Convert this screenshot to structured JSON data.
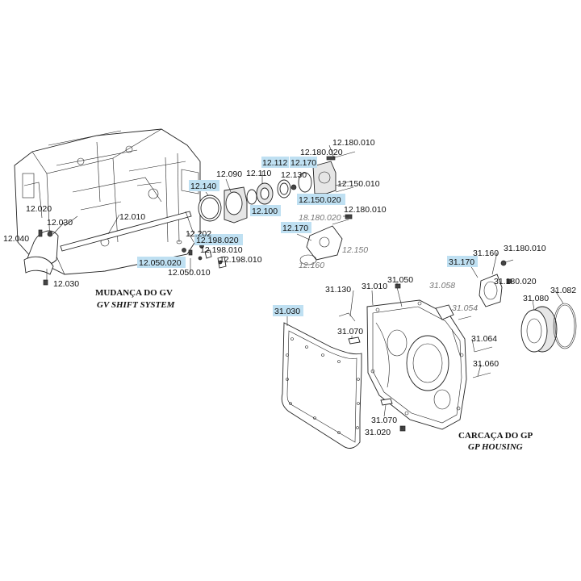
{
  "sections": [
    {
      "title": "MUDANÇA DO GV",
      "subtitle": "GV SHIFT SYSTEM"
    },
    {
      "title": "CARCAÇA DO GP",
      "subtitle": "GP HOUSING"
    }
  ],
  "part_labels": [
    {
      "text": "12.180.010",
      "highlight": false,
      "muted": false
    },
    {
      "text": "12.180.020",
      "highlight": false,
      "muted": false
    },
    {
      "text": "12.112",
      "highlight": true,
      "muted": false
    },
    {
      "text": "12.170",
      "highlight": true,
      "muted": false
    },
    {
      "text": "12.130",
      "highlight": false,
      "muted": false
    },
    {
      "text": "12.110",
      "highlight": false,
      "muted": false
    },
    {
      "text": "12.090",
      "highlight": false,
      "muted": false
    },
    {
      "text": "12.150.010",
      "highlight": false,
      "muted": false
    },
    {
      "text": "12.140",
      "highlight": true,
      "muted": false
    },
    {
      "text": "12.150.020",
      "highlight": true,
      "muted": false
    },
    {
      "text": "12.100",
      "highlight": true,
      "muted": false
    },
    {
      "text": "18.180.020",
      "highlight": false,
      "muted": true
    },
    {
      "text": "12.180.010",
      "highlight": false,
      "muted": false
    },
    {
      "text": "12.020",
      "highlight": false,
      "muted": false
    },
    {
      "text": "12.030",
      "highlight": false,
      "muted": false
    },
    {
      "text": "12.010",
      "highlight": false,
      "muted": false
    },
    {
      "text": "12.040",
      "highlight": false,
      "muted": false
    },
    {
      "text": "12.202",
      "highlight": false,
      "muted": false
    },
    {
      "text": "12.170",
      "highlight": true,
      "muted": false
    },
    {
      "text": "12.198.020",
      "highlight": true,
      "muted": false
    },
    {
      "text": "12.198.010",
      "highlight": false,
      "muted": false
    },
    {
      "text": "12.198.010",
      "highlight": false,
      "muted": false
    },
    {
      "text": "12.050.020",
      "highlight": true,
      "muted": false
    },
    {
      "text": "12.050.010",
      "highlight": false,
      "muted": false
    },
    {
      "text": "12.150",
      "highlight": false,
      "muted": true
    },
    {
      "text": "12.160",
      "highlight": false,
      "muted": true
    },
    {
      "text": "12.030",
      "highlight": false,
      "muted": false
    },
    {
      "text": "31.180.010",
      "highlight": false,
      "muted": false
    },
    {
      "text": "31.170",
      "highlight": true,
      "muted": false
    },
    {
      "text": "31.160",
      "highlight": false,
      "muted": false
    },
    {
      "text": "31.050",
      "highlight": false,
      "muted": false
    },
    {
      "text": "31.130",
      "highlight": false,
      "muted": false
    },
    {
      "text": "31.010",
      "highlight": false,
      "muted": false
    },
    {
      "text": "31.058",
      "highlight": false,
      "muted": true
    },
    {
      "text": "31.180.020",
      "highlight": false,
      "muted": false
    },
    {
      "text": "31.082",
      "highlight": false,
      "muted": false
    },
    {
      "text": "31.054",
      "highlight": false,
      "muted": true
    },
    {
      "text": "31.080",
      "highlight": false,
      "muted": false
    },
    {
      "text": "31.030",
      "highlight": true,
      "muted": false
    },
    {
      "text": "31.070",
      "highlight": false,
      "muted": false
    },
    {
      "text": "31.064",
      "highlight": false,
      "muted": false
    },
    {
      "text": "31.060",
      "highlight": false,
      "muted": false
    },
    {
      "text": "31.070",
      "highlight": false,
      "muted": false
    },
    {
      "text": "31.020",
      "highlight": false,
      "muted": false
    }
  ],
  "colors": {
    "highlight": "#bfe0f2",
    "line": "#222222",
    "muted_text": "#777777"
  }
}
